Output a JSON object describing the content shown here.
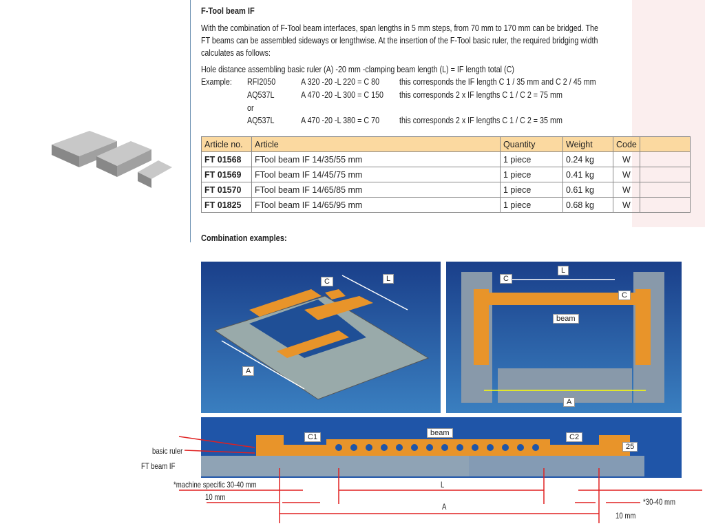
{
  "title": "F-Tool beam IF",
  "intro": [
    "With the combination of F-Tool beam interfaces, span lengths in 5 mm steps, from 70 mm to 170 mm can be bridged. The",
    "FT beams can be assembled sideways or lengthwise. At the insertion of the F-Tool basic ruler, the required bridging width",
    "calculates as follows:"
  ],
  "formula": "Hole distance assembling basic ruler (A) -20 mm -clamping beam length (L) = IF length total (C)",
  "example_label": "Example:",
  "examples": [
    {
      "model": "RFI2050",
      "calc": "A 320 -20 -L 220 = C 80",
      "note": "this corresponds the IF length C 1 / 35 mm and C 2 / 45 mm"
    },
    {
      "model": "AQ537L",
      "calc": "A 470 -20 -L 300 = C 150",
      "note": "this corresponds 2 x IF lengths C 1 / C 2 = 75 mm"
    },
    {
      "model": "or",
      "calc": "",
      "note": ""
    },
    {
      "model": "AQ537L",
      "calc": "A 470 -20 -L 380 = C 70",
      "note": "this corresponds 2 x IF lengths C 1 / C 2 = 35 mm"
    }
  ],
  "table": {
    "headers": [
      "Article no.",
      "Article",
      "Quantity",
      "Weight",
      "Code"
    ],
    "rows": [
      [
        "FT 01568",
        "FTool beam IF 14/35/55 mm",
        "1 piece",
        "0.24 kg",
        "W"
      ],
      [
        "FT 01569",
        "FTool beam IF 14/45/75 mm",
        "1 piece",
        "0.41 kg",
        "W"
      ],
      [
        "FT 01570",
        "FTool beam IF 14/65/85 mm",
        "1 piece",
        "0.61 kg",
        "W"
      ],
      [
        "FT 01825",
        "FTool beam IF 14/65/95 mm",
        "1 piece",
        "0.68 kg",
        "W"
      ]
    ]
  },
  "combination_title": "Combination examples:",
  "fig1": {
    "c": "C",
    "l": "L",
    "a": "A"
  },
  "fig2": {
    "c1": "C",
    "l": "L",
    "c2": "C",
    "beam": "beam",
    "a": "A"
  },
  "fig3": {
    "c1": "C1",
    "beam": "beam",
    "c2": "C2",
    "n25": "25",
    "basic_ruler": "basic ruler",
    "ft_beam": "FT beam IF",
    "machine": "*machine specific 30-40 mm",
    "mm10a": "10 mm",
    "l": "L",
    "a": "A",
    "mm3040": "*30-40 mm",
    "mm10b": "10 mm"
  }
}
